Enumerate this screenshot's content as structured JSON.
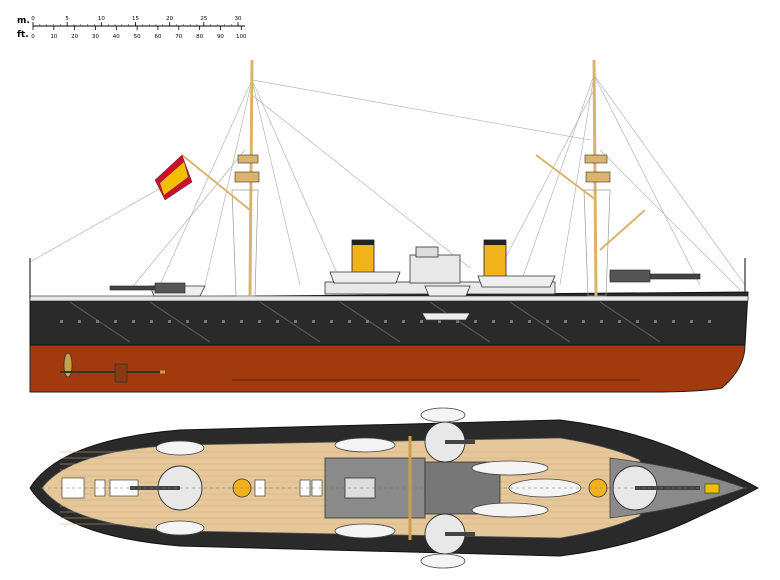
{
  "scale_bar": {
    "meters_label": "m.",
    "feet_label": "ft.",
    "meter_ticks": [
      "0",
      "5",
      "10",
      "15",
      "20",
      "25",
      "30"
    ],
    "feet_ticks": [
      "0",
      "10",
      "20",
      "30",
      "40",
      "50",
      "60",
      "70",
      "80",
      "90",
      "100"
    ]
  },
  "colors": {
    "hull_black": "#2a2a2a",
    "hull_below_waterline": "#a33a0e",
    "deck_wood": "#e5c79a",
    "funnel_yellow": "#f2b21b",
    "mast_tan": "#d9b46a",
    "flag_red": "#c8102e",
    "flag_yellow": "#f1bf00",
    "deck_grey": "#8a8a8a"
  },
  "views": {
    "side_profile": "side-elevation",
    "top_plan": "deck-plan"
  }
}
